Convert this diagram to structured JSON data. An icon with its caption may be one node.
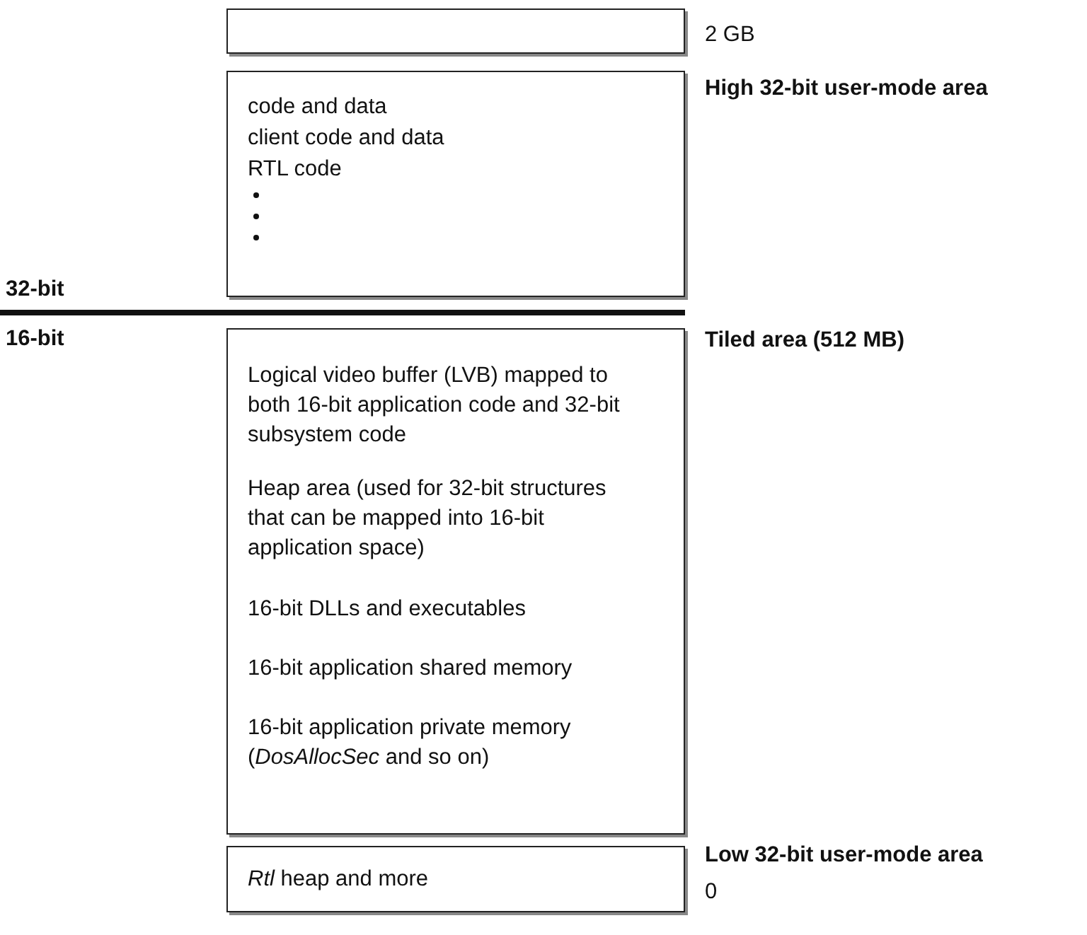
{
  "diagram": {
    "nodes": [
      {
        "text": [],
        "shape": "box",
        "beside": [
          "2 GB"
        ]
      },
      {
        "text": [
          "code and data",
          "client code and data",
          "RTL code"
        ],
        "beside": [
          "High 32-bit user-mode area"
        ]
      },
      {
        "text": [
          "Logical video buffer (LVB) mapped to both 16-bit application code and 32-bit subsystem code",
          "Heap area (used for 32-bit structures that can be mapped into 16-bit application space)",
          "16-bit DLLs and executables",
          "16-bit application shared memory",
          "16-bit application private memory (*DosAllocSec* and so on)"
        ],
        "beside": [
          "Tiled area (512 MB)"
        ]
      },
      {
        "text": [
          "*Rtl* heap and more"
        ],
        "beside": [
          "Low 32-bit user-mode area",
          "0"
        ]
      }
    ],
    "labels": [
      "32-bit",
      "16-bit"
    ]
  }
}
